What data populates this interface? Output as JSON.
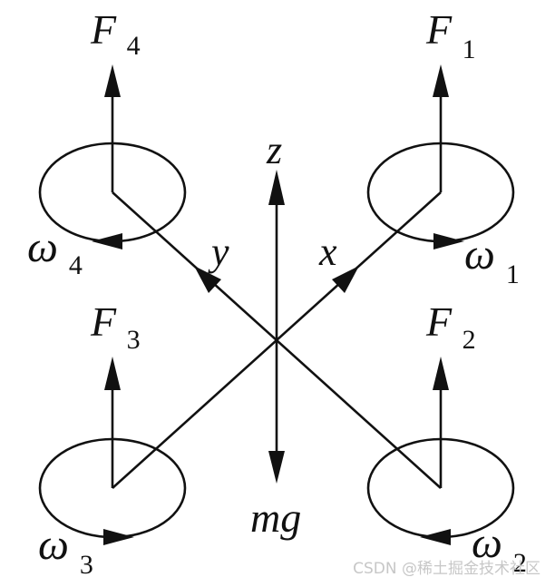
{
  "forces": {
    "f4": {
      "symbol": "F",
      "index": "4"
    },
    "f1": {
      "symbol": "F",
      "index": "1"
    },
    "f3": {
      "symbol": "F",
      "index": "3"
    },
    "f2": {
      "symbol": "F",
      "index": "2"
    }
  },
  "rotations": {
    "w4": {
      "symbol": "ω",
      "index": "4"
    },
    "w1": {
      "symbol": "ω",
      "index": "1"
    },
    "w3": {
      "symbol": "ω",
      "index": "3"
    },
    "w2": {
      "symbol": "ω",
      "index": "2"
    }
  },
  "axes": {
    "z": "z",
    "y": "y",
    "x": "x"
  },
  "gravity": "mg",
  "watermark": "CSDN @稀土掘金技术社区"
}
